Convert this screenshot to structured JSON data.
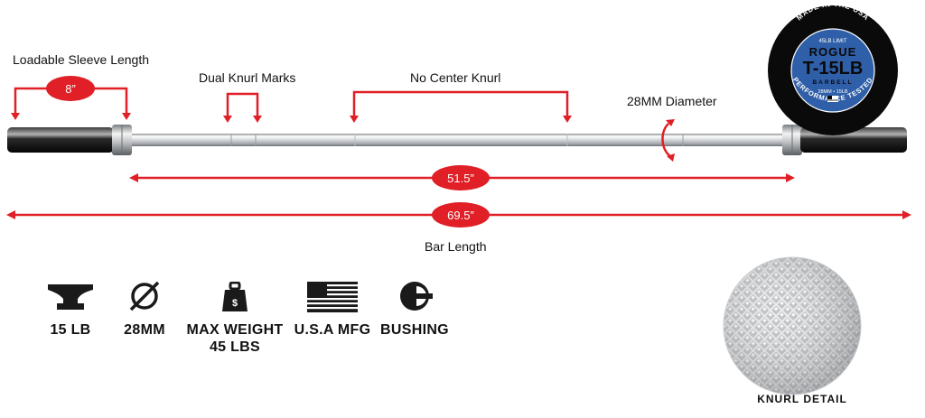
{
  "labels": {
    "sleeve_length": "Loadable Sleeve Length",
    "dual_knurl": "Dual Knurl Marks",
    "no_center_knurl": "No Center Knurl",
    "diameter": "28MM Diameter",
    "bar_length": "Bar Length"
  },
  "dimensions": {
    "sleeve": "8”",
    "knurl_span": "51.5”",
    "total": "69.5”"
  },
  "badge": {
    "top_text": "MADE IN THE USA",
    "limit": "45LB LIMIT",
    "brand": "ROGUE",
    "model": "T-15LB",
    "type": "BARBELL",
    "spec": "28MM • 15LB",
    "bottom_text": "PERFORMANCE TESTED"
  },
  "specs": [
    {
      "icon": "anvil-icon",
      "label": "15 LB"
    },
    {
      "icon": "diameter-icon",
      "label": "28MM"
    },
    {
      "icon": "weight-icon",
      "label": "MAX WEIGHT\n45 LBS"
    },
    {
      "icon": "us-flag-icon",
      "label": "U.S.A MFG"
    },
    {
      "icon": "bushing-icon",
      "label": "BUSHING"
    }
  ],
  "knurl_caption": "KNURL DETAIL",
  "colors": {
    "accent_red": "#e01f26",
    "badge_blue": "#2f5fa8",
    "badge_black": "#0a0a0a",
    "text": "#111111"
  }
}
